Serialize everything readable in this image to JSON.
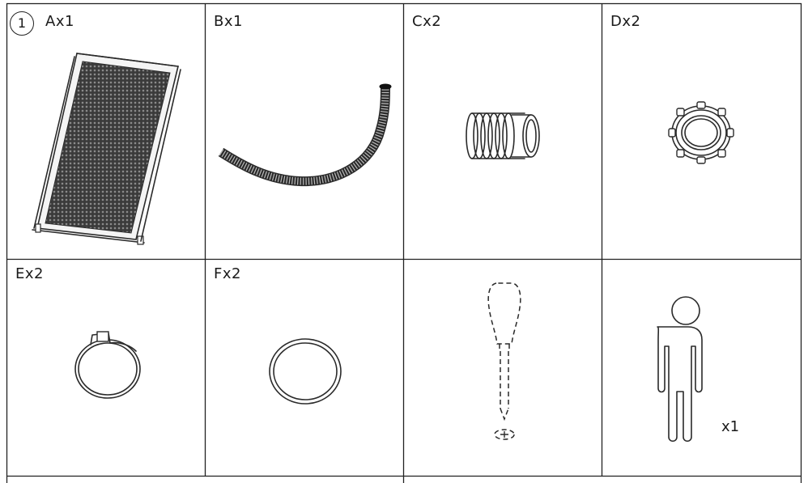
{
  "step": {
    "number": "1"
  },
  "parts": [
    {
      "letter": "A",
      "label": "Ax1",
      "icon": "solar-panel-icon"
    },
    {
      "letter": "B",
      "label": "Bx1",
      "icon": "hose-icon"
    },
    {
      "letter": "C",
      "label": "Cx2",
      "icon": "adapter-fitting-icon"
    },
    {
      "letter": "D",
      "label": "Dx2",
      "icon": "threaded-nut-icon"
    },
    {
      "letter": "E",
      "label": "Ex2",
      "icon": "hose-clamp-icon"
    },
    {
      "letter": "F",
      "label": "Fx2",
      "icon": "o-ring-icon"
    }
  ],
  "tools": [
    {
      "icon": "phillips-screwdriver-icon"
    },
    {
      "icon": "person-icon",
      "label": "x1"
    }
  ]
}
